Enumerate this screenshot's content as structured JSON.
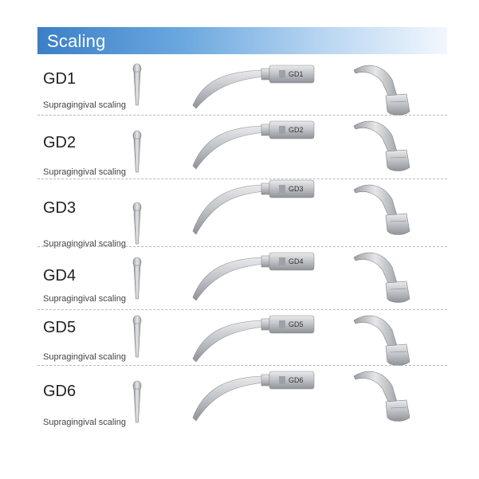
{
  "header": {
    "title": "Scaling"
  },
  "colors": {
    "banner_start": "#3b7fc6",
    "banner_end": "#f2f7fd",
    "metal": "#b9bcc0"
  },
  "tips": [
    {
      "code": "GD1",
      "description": "Supragingival scaling",
      "engraving": "GD1",
      "icons": [
        "tip-front-icon",
        "tip-profile-icon",
        "tip-side-icon"
      ]
    },
    {
      "code": "GD2",
      "description": "Supragingival scaling",
      "engraving": "GD2",
      "icons": [
        "tip-front-icon",
        "tip-profile-icon",
        "tip-side-icon"
      ]
    },
    {
      "code": "GD3",
      "description": "Supragingival scaling",
      "engraving": "GD3",
      "icons": [
        "tip-front-icon",
        "tip-profile-icon",
        "tip-side-icon"
      ]
    },
    {
      "code": "GD4",
      "description": "Supragingival scaling",
      "engraving": "GD4",
      "icons": [
        "tip-front-icon",
        "tip-profile-icon",
        "tip-side-icon"
      ]
    },
    {
      "code": "GD5",
      "description": "Supragingival scaling",
      "engraving": "GD5",
      "icons": [
        "tip-front-icon",
        "tip-profile-icon",
        "tip-side-icon"
      ]
    },
    {
      "code": "GD6",
      "description": "Supragingival scaling",
      "engraving": "GD6",
      "icons": [
        "tip-front-icon",
        "tip-profile-icon",
        "tip-side-icon"
      ]
    }
  ]
}
